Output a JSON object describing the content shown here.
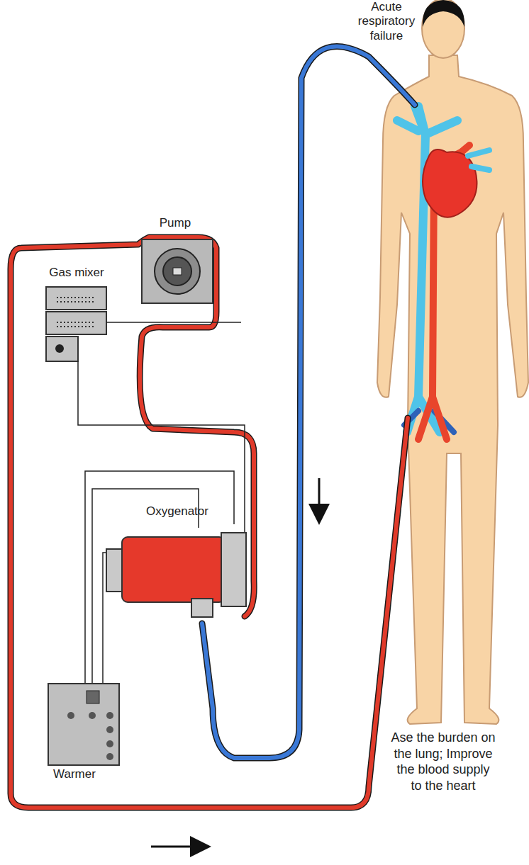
{
  "diagram": {
    "labels": [
      "Acute respiratory failure",
      "Pump",
      "Gas mixer",
      "Oxygenator",
      "Warmer",
      "Ase the burden on the lung; Improve the blood supply to the heart"
    ]
  }
}
